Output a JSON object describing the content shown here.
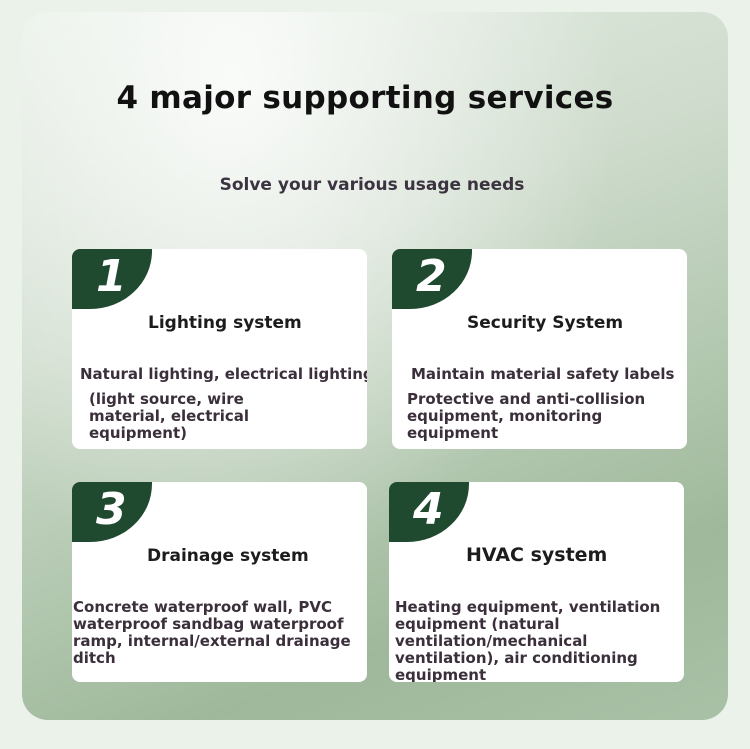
{
  "header": {
    "title": "4 major supporting services",
    "subtitle": "Solve your various usage needs"
  },
  "cards": [
    {
      "number": "1",
      "title": "Lighting system",
      "line1": "Natural lighting, electrical lighting",
      "line2": "(light source, wire material, electrical equipment)"
    },
    {
      "number": "2",
      "title": "Security System",
      "line1": "Maintain material safety labels",
      "line2": "Protective and anti-collision equipment, monitoring equipment"
    },
    {
      "number": "3",
      "title": "Drainage system",
      "line1": "Concrete waterproof wall, PVC waterproof sandbag waterproof ramp, internal/external drainage ditch"
    },
    {
      "number": "4",
      "title": "HVAC system",
      "line1": "Heating equipment, ventilation equipment (natural ventilation/mechanical ventilation), air conditioning equipment"
    }
  ]
}
